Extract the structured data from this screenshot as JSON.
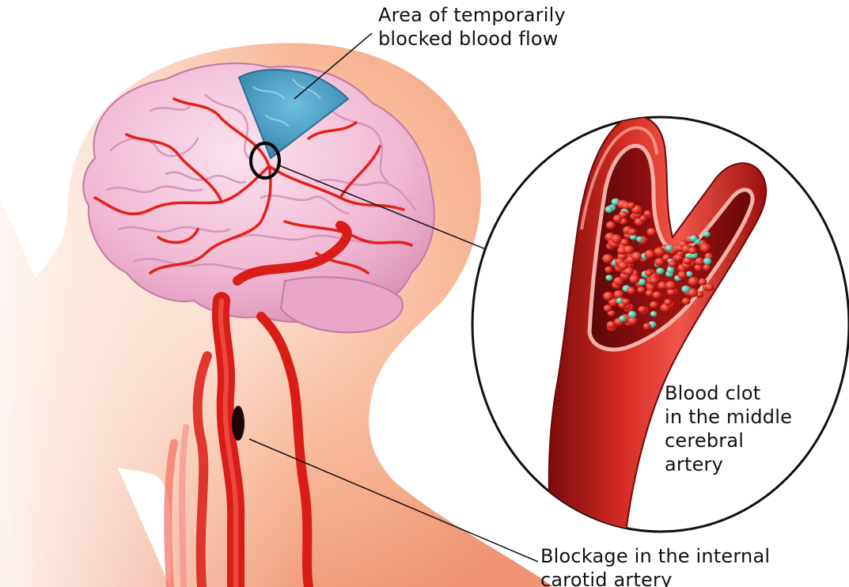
{
  "colors": {
    "skin_light": "#fbd9c8",
    "skin": "#f4a887",
    "skin_dark": "#ea8a6b",
    "brain_pink": "#f4bcd7",
    "brain_shadow": "#d98fb6",
    "artery_red": "#e3201b",
    "artery_dark": "#a70f0f",
    "ischemia_blue": "#3e95bd",
    "clot_red": "#d8231c",
    "clot_teal": "#4fc2a6",
    "text": "#111111"
  },
  "labels": {
    "blocked_area": [
      "Area of temporarily",
      "blocked blood flow"
    ],
    "blood_clot": [
      "Blood clot",
      "in the middle",
      "cerebral",
      "artery"
    ],
    "carotid_blockage": [
      "Blockage in the internal",
      "carotid artery"
    ]
  },
  "icons": {
    "head": "head-silhouette-icon",
    "brain": "brain-icon",
    "artery": "artery-icon",
    "clot": "blood-clot-icon",
    "magnifier": "magnified-view-circle"
  }
}
